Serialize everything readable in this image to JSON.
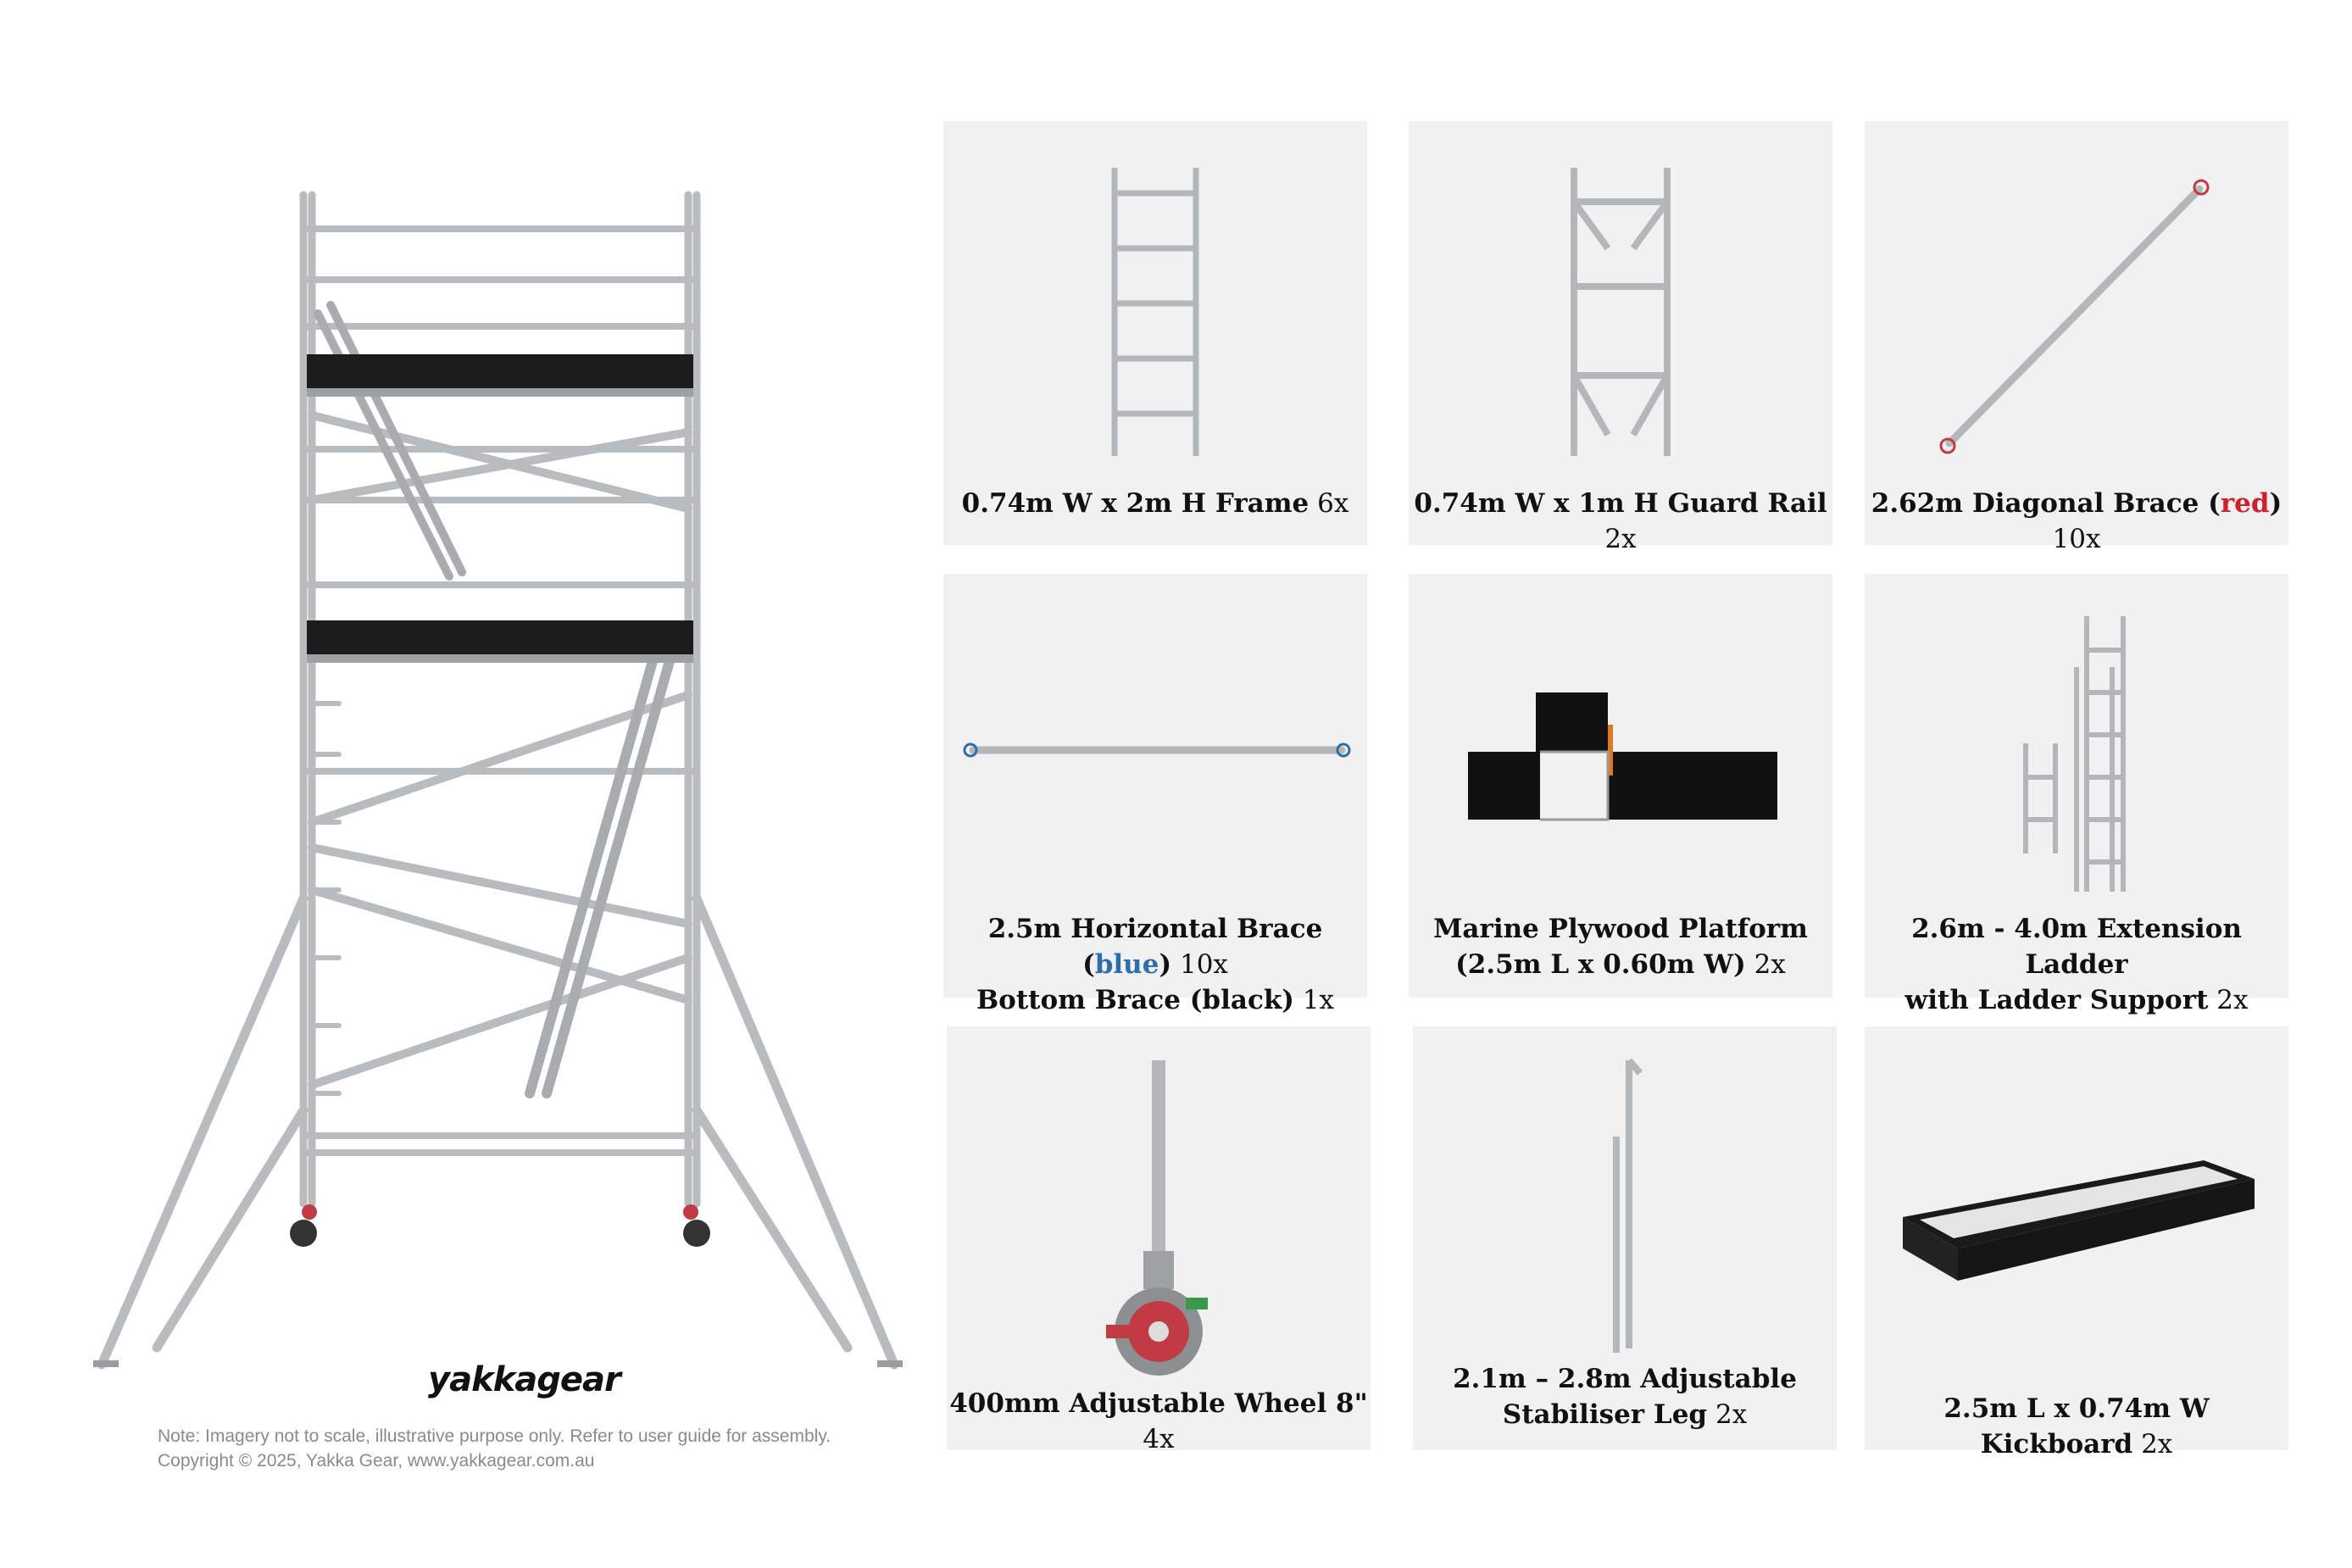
{
  "brand": {
    "name": "yakkagear",
    "accent_red": "#d0202c",
    "accent_blue": "#2d6fae"
  },
  "note": {
    "line1": "Note: Imagery not to scale, illustrative purpose only. Refer to user guide for assembly.",
    "line2": "Copyright © 2025, Yakka Gear, www.yakkagear.com.au"
  },
  "components": [
    {
      "title": "0.74m W x 2m H Frame",
      "qty": "6x",
      "icon": "frame-icon"
    },
    {
      "title": "0.74m W x 1m H Guard Rail",
      "qty": "2x",
      "icon": "guard-rail-icon"
    },
    {
      "title_pre": "2.62m Diagonal Brace (",
      "title_color_word": "red",
      "title_post": ")",
      "qty": "10x",
      "icon": "diagonal-brace-icon"
    },
    {
      "title_pre": "2.5m Horizontal Brace (",
      "title_color_word": "blue",
      "title_post": ")",
      "qty": "10x",
      "line2_title": "Bottom Brace (black)",
      "line2_qty": "1x",
      "icon": "horizontal-brace-icon"
    },
    {
      "title": "Marine Plywood Platform",
      "line2_title": "(2.5m L x 0.60m W)",
      "line2_qty": "2x",
      "icon": "platform-icon"
    },
    {
      "title": "2.6m - 4.0m Extension Ladder",
      "line2_title": "with Ladder Support",
      "line2_qty": "2x",
      "icon": "extension-ladder-icon"
    },
    {
      "title": "400mm Adjustable Wheel 8\"",
      "qty": "4x",
      "icon": "wheel-icon"
    },
    {
      "title": "2.1m – 2.8m Adjustable",
      "line2_title": "Stabiliser Leg",
      "line2_qty": "2x",
      "icon": "stabiliser-leg-icon"
    },
    {
      "title": "2.5m L x 0.74m W Kickboard",
      "qty": "2x",
      "icon": "kickboard-icon"
    }
  ]
}
